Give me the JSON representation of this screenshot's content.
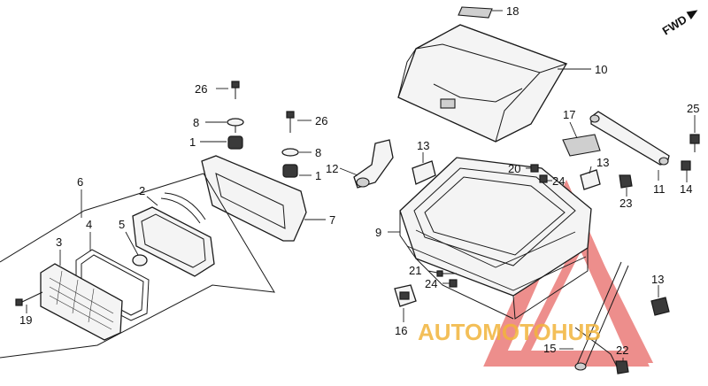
{
  "direction_label": "FWD",
  "callouts": [
    {
      "id": "c18",
      "text": "18"
    },
    {
      "id": "c10",
      "text": "10"
    },
    {
      "id": "c26a",
      "text": "26"
    },
    {
      "id": "c8a",
      "text": "8"
    },
    {
      "id": "c1a",
      "text": "1"
    },
    {
      "id": "c26b",
      "text": "26"
    },
    {
      "id": "c8b",
      "text": "8"
    },
    {
      "id": "c1b",
      "text": "1"
    },
    {
      "id": "c6",
      "text": "6"
    },
    {
      "id": "c2",
      "text": "2"
    },
    {
      "id": "c7",
      "text": "7"
    },
    {
      "id": "c5",
      "text": "5"
    },
    {
      "id": "c4",
      "text": "4"
    },
    {
      "id": "c3",
      "text": "3"
    },
    {
      "id": "c19",
      "text": "19"
    },
    {
      "id": "c12",
      "text": "12"
    },
    {
      "id": "c13a",
      "text": "13"
    },
    {
      "id": "c9",
      "text": "9"
    },
    {
      "id": "c17",
      "text": "17"
    },
    {
      "id": "c20",
      "text": "20"
    },
    {
      "id": "c24a",
      "text": "24"
    },
    {
      "id": "c13b",
      "text": "13"
    },
    {
      "id": "c25",
      "text": "25"
    },
    {
      "id": "c23",
      "text": "23"
    },
    {
      "id": "c11",
      "text": "11"
    },
    {
      "id": "c14",
      "text": "14"
    },
    {
      "id": "c21",
      "text": "21"
    },
    {
      "id": "c24b",
      "text": "24"
    },
    {
      "id": "c13c",
      "text": "13"
    },
    {
      "id": "c16",
      "text": "16"
    },
    {
      "id": "c15",
      "text": "15"
    },
    {
      "id": "c22",
      "text": "22"
    }
  ],
  "watermark": {
    "text": "AUTOMOTOHUB",
    "color_primary": "#f2b43c",
    "color_secondary": "#e0332f"
  }
}
